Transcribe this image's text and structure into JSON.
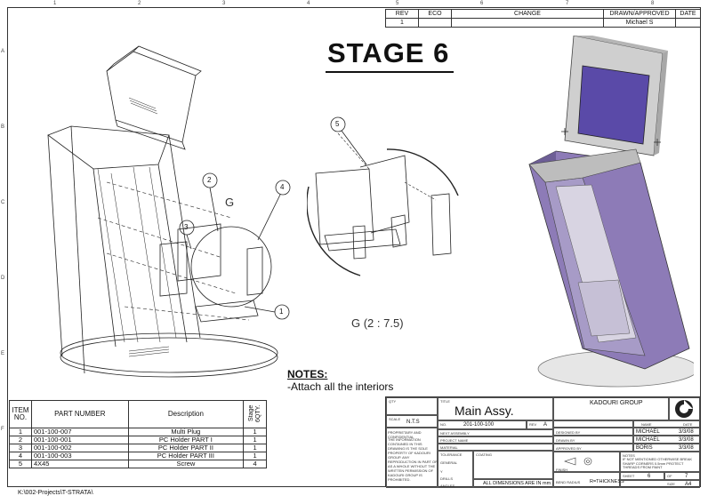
{
  "rev_block": {
    "headers": [
      "REV",
      "ECO",
      "CHANGE",
      "DRAWN/APPROVED",
      "DATE"
    ],
    "row": [
      "1",
      "",
      "",
      "Michael S",
      ""
    ]
  },
  "zones": {
    "top": [
      "1",
      "2",
      "3",
      "4",
      "5",
      "6",
      "7",
      "8"
    ],
    "left": [
      "A",
      "B",
      "C",
      "D",
      "E",
      "F"
    ]
  },
  "stage_title": "STAGE 6",
  "detail": {
    "callout": "G",
    "view_label": "G  (2 : 7.5)"
  },
  "balloons": [
    "1",
    "2",
    "3",
    "4",
    "5"
  ],
  "notes": {
    "heading": "NOTES:",
    "text": "-Attach all the interiors"
  },
  "bom": {
    "headers": {
      "item": "ITEM NO.",
      "part": "PART NUMBER",
      "desc": "Description",
      "stage": "Stage 6QTY."
    },
    "rows": [
      {
        "item": "1",
        "part": "001-100-007",
        "desc": "Multi Plug",
        "qty": "1"
      },
      {
        "item": "2",
        "part": "001-100-001",
        "desc": "PC Holder PART I",
        "qty": "1"
      },
      {
        "item": "3",
        "part": "001-100-002",
        "desc": "PC Holder PART II",
        "qty": "1"
      },
      {
        "item": "4",
        "part": "001-100-003",
        "desc": "PC Holder PART III",
        "qty": "1"
      },
      {
        "item": "5",
        "part": "4X45",
        "desc": "Screw",
        "qty": "4"
      }
    ]
  },
  "title_block": {
    "qty_lbl": "QTY",
    "title_lbl": "TITLE",
    "title": "Main Assy.",
    "company": "KADOURI GROUP",
    "scale_lbl": "SCALE",
    "scale": "N.T.S",
    "no_lbl": "NO.",
    "number": "201-100-100",
    "rev_lbl": "REV",
    "rev": "A",
    "proprietary": "PROPRIETARY AND CONFIDENTIAL",
    "disclaimer": "THE INFORMATION CONTAINED IN THIS DRAWING IS THE SOLE PROPERTY OF KADOURI GROUP. ANY REPRODUCTION IN PART OR AS A WHOLE WITHOUT THE WRITTEN PERMISSION OF KADOURI GROUP IS PROHIBITED.",
    "next_assy": "NEXT ASSEMBLY",
    "project_name": "PROJECT NAME",
    "material": "MATERIAL",
    "tolerance": "TOLERANCE",
    "coating": "COATING",
    "general": "GENERAL",
    "tol_y": "Y",
    "drills": "DRILLS",
    "angles": "ANGLES",
    "all_dims": "ALL DIMENSIONS ARE IN mm.",
    "bend_radius": "BEND RADIUS",
    "thickness": "R=THICKNESS",
    "name_lbl": "NAME",
    "date_lbl": "DATE",
    "designed_by": "DESIGNED BY",
    "drawn_by": "DRAWN BY",
    "approved_by": "APPROVED BY",
    "designer": "MICHAEL",
    "drawer": "MICHAEL",
    "approver": "BORIS",
    "date1": "3/3/08",
    "date2": "3/3/08",
    "date3": "3/3/08",
    "notes_lbl": "NOTES",
    "notes_text": "IF NOT MENTIONED OTHERWISE BREAK SHARP CORNERS 0.5mm PROTECT THREADS FROM PAINT",
    "finish": "FINISH",
    "sheet_lbl": "SHEET",
    "sheet": "6",
    "of_lbl": "OF",
    "of": "7",
    "size_lbl": "SIZE",
    "size": "A4"
  },
  "file_path": "K:\\002-Projects\\T-STRATA\\",
  "colors": {
    "screen": "#5a4aa8",
    "side_panel": "#8d7bb7",
    "bezel": "#c9c9c9",
    "line": "#222222"
  }
}
